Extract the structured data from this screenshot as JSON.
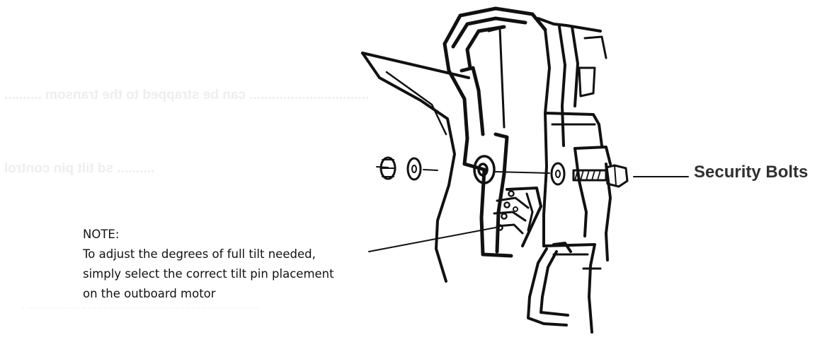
{
  "callouts": {
    "security_bolts": "Security Bolts"
  },
  "note": {
    "heading": "NOTE:",
    "lines": [
      "To adjust the degrees of full tilt needed,",
      "simply select the correct tilt pin placement",
      "on the outboard motor"
    ]
  }
}
